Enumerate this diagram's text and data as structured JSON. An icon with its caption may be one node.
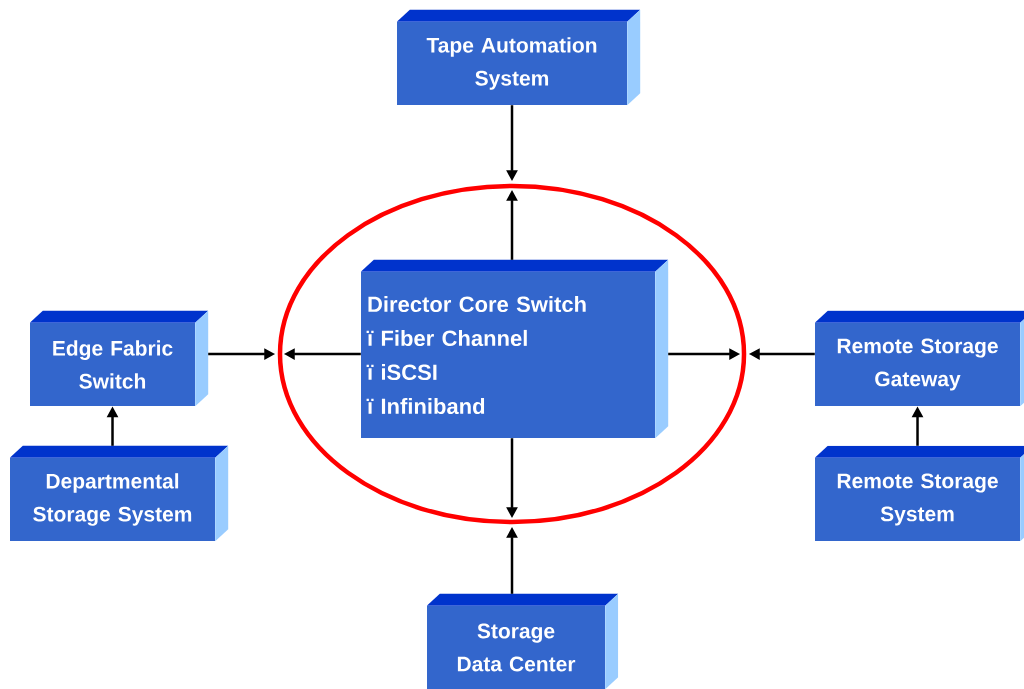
{
  "diagram": {
    "nodes": [
      {
        "text": [
          "Tape Automation System"
        ]
      },
      {
        "text": [],
        "shape": "ellipse"
      },
      {
        "text": [
          "Director Core Switch",
          "ï Fiber Channel",
          "ï iSCSI",
          "ï Infiniband"
        ],
        "in": 1
      },
      {
        "text": [
          "Edge Fabric Switch"
        ]
      },
      {
        "text": [
          "Remote Storage Gateway"
        ]
      },
      {
        "text": [
          "Departmental Storage System"
        ]
      },
      {
        "text": [
          "Remote Storage System"
        ]
      },
      {
        "text": [
          "Storage Data Center"
        ]
      }
    ],
    "edges": [
      {
        "from": 0,
        "to": 1,
        "arrow": "to"
      },
      {
        "from": 2,
        "to": 1,
        "arrow": "to"
      },
      {
        "from": 2,
        "to": 1,
        "arrow": "to"
      },
      {
        "from": 2,
        "to": 1,
        "arrow": "to"
      },
      {
        "from": 2,
        "to": 1,
        "arrow": "to"
      },
      {
        "from": 3,
        "to": 1,
        "arrow": "to"
      },
      {
        "from": 4,
        "to": 1,
        "arrow": "to"
      },
      {
        "from": 7,
        "to": 1,
        "arrow": "to"
      },
      {
        "from": 5,
        "to": 3,
        "arrow": "to"
      },
      {
        "from": 6,
        "to": 4,
        "arrow": "to"
      }
    ]
  }
}
